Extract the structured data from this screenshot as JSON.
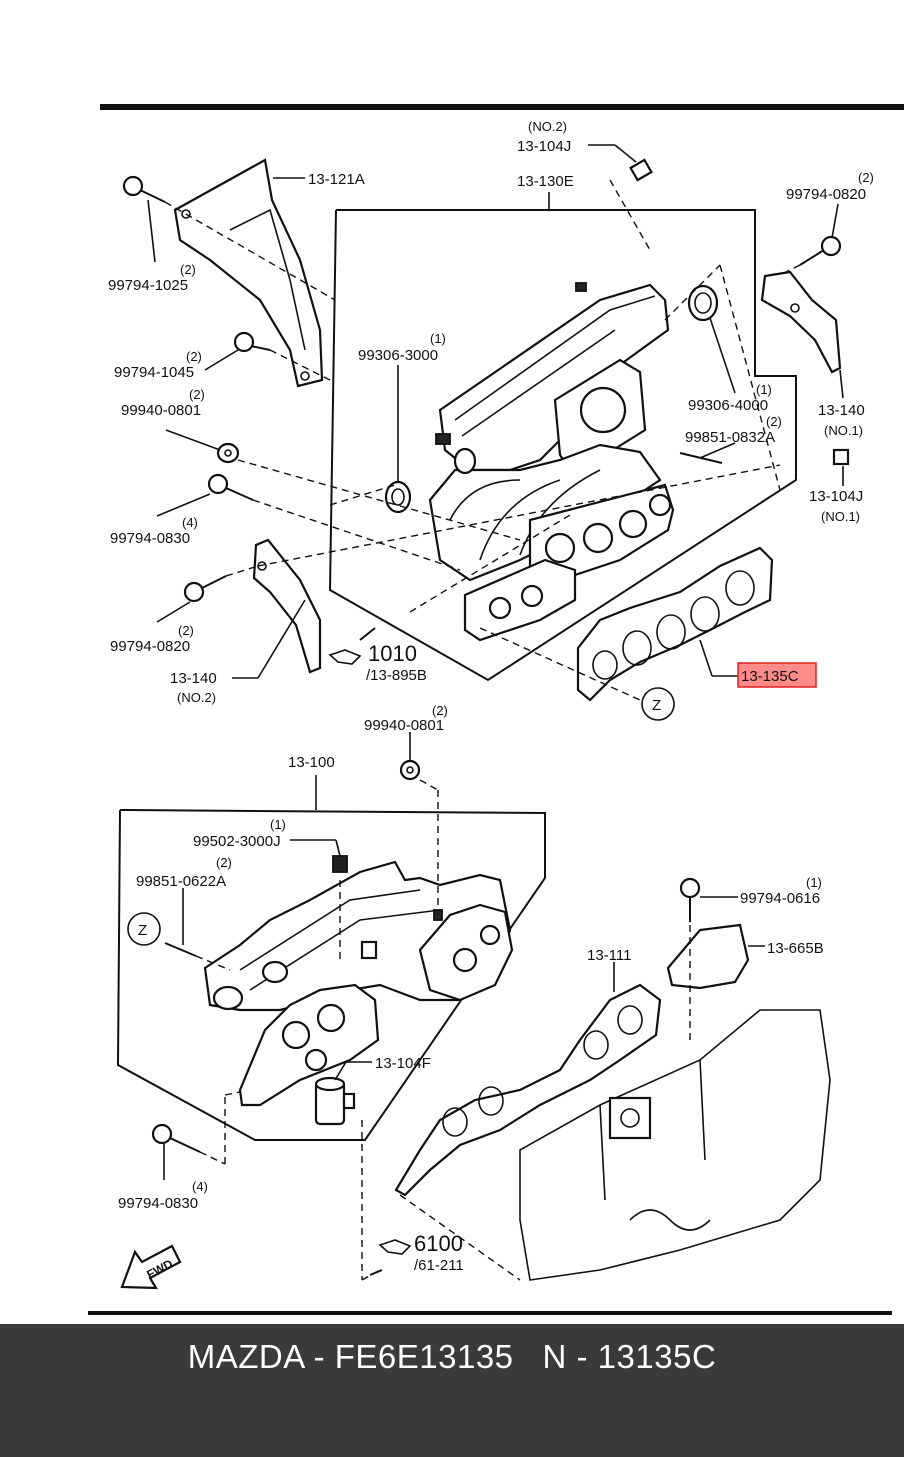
{
  "labels": {
    "l_13_104J_no2_qty": "(NO.2)",
    "l_13_104J_no2": "13-104J",
    "l_13_130E": "13-130E",
    "l_13_121A": "13-121A",
    "l_99794_1025_qty": "(2)",
    "l_99794_1025": "99794-1025",
    "l_99794_0820_top_qty": "(2)",
    "l_99794_0820_top": "99794-0820",
    "l_99306_3000_qty": "(1)",
    "l_99306_3000": "99306-3000",
    "l_99794_1045_qty": "(2)",
    "l_99794_1045": "99794-1045",
    "l_99940_0801_top_qty": "(2)",
    "l_99940_0801_top": "99940-0801",
    "l_99306_4000_qty": "(1)",
    "l_99306_4000": "99306-4000",
    "l_99851_0832A_qty": "(2)",
    "l_99851_0832A": "99851-0832A",
    "l_13_140_no1": "13-140",
    "l_13_140_no1_sub": "(NO.1)",
    "l_13_104J_no1": "13-104J",
    "l_13_104J_no1_sub": "(NO.1)",
    "l_99794_0830_top_qty": "(4)",
    "l_99794_0830_top": "99794-0830",
    "l_99794_0820_left_qty": "(2)",
    "l_99794_0820_left": "99794-0820",
    "l_13_140_no2": "13-140",
    "l_13_140_no2_sub": "(NO.2)",
    "l_1010": "1010",
    "l_13_895B": "/13-895B",
    "l_13_135C": "13-135C",
    "l_Z_top": "Z",
    "l_99940_0801_mid_qty": "(2)",
    "l_99940_0801_mid": "99940-0801",
    "l_13_100": "13-100",
    "l_99502_3000J_qty": "(1)",
    "l_99502_3000J": "99502-3000J",
    "l_99851_0622A_qty": "(2)",
    "l_99851_0622A": "99851-0622A",
    "l_99794_0616_qty": "(1)",
    "l_99794_0616": "99794-0616",
    "l_13_665B": "13-665B",
    "l_Z_bottom": "Z",
    "l_13_111": "13-111",
    "l_13_104F": "13-104F",
    "l_99794_0830_bot_qty": "(4)",
    "l_99794_0830_bot": "99794-0830",
    "l_6100": "6100",
    "l_61_211": "/61-211",
    "l_fwd": "FWD"
  },
  "highlight_color": "#ff8a8a",
  "footer": {
    "text": "MAZDA - FE6E13135   N - 13135C"
  }
}
